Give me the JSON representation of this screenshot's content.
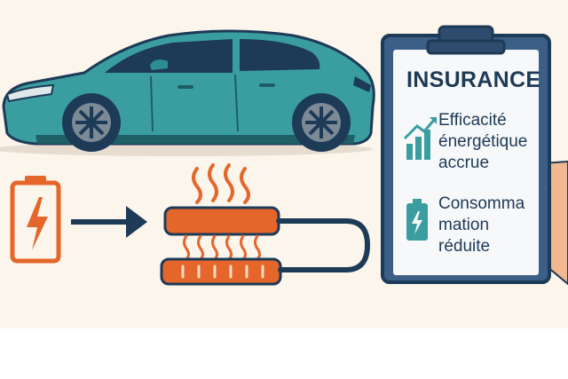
{
  "clipboard": {
    "title": "INSURANCE",
    "items": [
      {
        "icon": "bar-chart-growth-icon",
        "label": "Efficacité\nénergétique\naccrue"
      },
      {
        "icon": "battery-icon",
        "label": "Consomma\nmation\nréduite"
      }
    ]
  },
  "colors": {
    "background": "#fbf5ec",
    "car_body": "#3a9ea0",
    "navy": "#1d3a57",
    "orange": "#e5662a",
    "clipboard_paper": "#f7f8f9"
  },
  "icons": [
    "electric-car-icon",
    "battery-bolt-icon",
    "arrow-right-icon",
    "heating-element-icon",
    "heat-waves-icon",
    "hand-icon"
  ]
}
